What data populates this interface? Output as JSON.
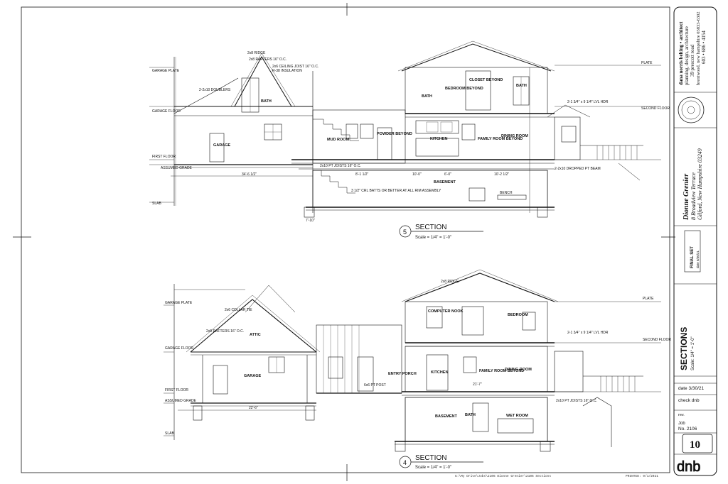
{
  "section_5": {
    "title": "SECTION",
    "number": "5",
    "scale": "Scale = 1/4\" = 1'-0\"",
    "rooms": {
      "garage": "GARAGE",
      "mud_room": "MUD ROOM",
      "powder_beyond": "POWDER BEYOND",
      "kitchen": "KITCHEN",
      "family_room_beyond": "FAMILY ROOM BEYOND",
      "dining_room": "DINING ROOM",
      "basement": "BASEMENT",
      "bath": "BATH",
      "bath_upper": "BATH",
      "bedroom_beyond": "BEDROOM BEYOND",
      "closet_beyond": "CLOSET BEYOND",
      "bath_right": "BATH"
    },
    "levels": {
      "garage_plate": "GARAGE PLATE",
      "plate": "PLATE",
      "garage_floor": "GARAGE FLOOR",
      "second_floor": "SECOND FLOOR",
      "first_floor": "FIRST FLOOR",
      "assumed_grade": "ASSUMED GRADE",
      "slab": "SLAB"
    },
    "notes": {
      "ridge": "2x8 RIDGE",
      "rafters": "2x8 RAFTERS 16\" O.C.",
      "ceiling_joist": "2x6 CEILING JOIST 16\" O.C.",
      "insulation": "R-38 INSULATION",
      "doublers": "2-2x10 DOUBLERS",
      "pt_joists": "2x10 PT JOISTS 16\" O.C.",
      "dropped_beam": "2-2x10 DROPPED PT BEAM",
      "lvl": "2-1 3/4\" x 9 1/4\" LVL HDR",
      "dims": {
        "garage_width": "34'-6 1/2\"",
        "basement_a": "8'-1 1/2\"",
        "basement_b": "10'-0\"",
        "basement_c": "6'-0\"",
        "basement_d": "10'-2 1/2\"",
        "wall_1": "7'-10\""
      },
      "rated": "3 1/2\" CRL BATTS OR BETTER AT ALL RIM ASSEMBLY",
      "bench": "BENCH"
    }
  },
  "section_4": {
    "title": "SECTION",
    "number": "4",
    "scale": "Scale = 1/4\" = 1'-0\"",
    "rooms": {
      "attic": "ATTIC",
      "garage": "GARAGE",
      "entry_porch": "ENTRY PORCH",
      "kitchen": "KITCHEN",
      "family_room_beyond": "FAMILY ROOM BEYOND",
      "dining_room": "DINING ROOM",
      "computer_nook": "COMPUTER NOOK",
      "bedroom": "BEDROOM",
      "basement": "BASEMENT",
      "bath": "BATH",
      "wet_room": "WET ROOM"
    },
    "levels": {
      "garage_plate": "GARAGE PLATE",
      "plate": "PLATE",
      "garage_floor": "GARAGE FLOOR",
      "second_floor": "SECOND FLOOR",
      "first_floor": "FIRST FLOOR",
      "assumed_grade": "ASSUMED GRADE",
      "slab": "SLAB"
    },
    "notes": {
      "collar_tie": "2x6 COLLAR TIE",
      "rafters": "2x8 RAFTERS 16\" O.C.",
      "ridge": "2x8 RIDGE",
      "post": "6x6 PT POST",
      "lvl": "2-1 3/4\" x 9 1/4\" LVL HDR",
      "pt_joists": "2x10 PT JOISTS 16\" O.C.",
      "dims": {
        "garage_width": "22'-6\"",
        "run_a": "21'-7\""
      }
    }
  },
  "title_block": {
    "firm": {
      "line1": "dana norris belting • architect",
      "line2": "design, architecture",
      "line3": "planning,",
      "line4": "39 prescott road",
      "line5": "brentwood, new hampshire 03833-6302",
      "line6": "603 • 686 • 4154"
    },
    "client": {
      "name": "Dionne Grenier",
      "address": "8 Broadview Terrace",
      "city": "Gilford, New Hampshire 03249"
    },
    "set_name": "FINAL SET",
    "set_date": "date 8/30/21",
    "sheet_title": "SECTIONS",
    "sheet_scale": "Scale: 1/4\" = 1'-0\"",
    "date": "date 3/30/21",
    "check": "check dnb",
    "rev_label": "rev.",
    "job_label": "Job",
    "job_number": "No. 2106",
    "sheet_number": "10",
    "logo": "dnb"
  },
  "footer": {
    "file_path": "G:\\My Drive\\Jobs\\2106 Dionne Grenier\\2106 Sections",
    "printed": "PRINTED: 9/1/2021"
  }
}
